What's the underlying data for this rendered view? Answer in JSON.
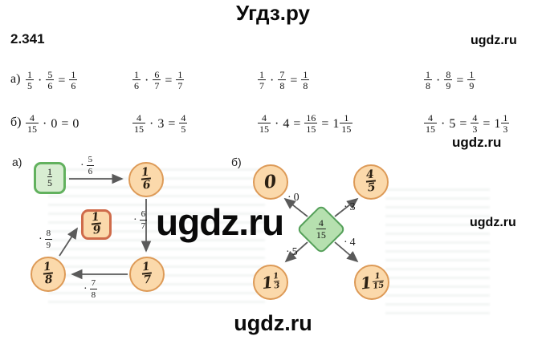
{
  "header": {
    "title": "Угдз.ру",
    "problem_number": "2.341"
  },
  "symbols": {
    "dot": "·",
    "equals": "="
  },
  "row_a": {
    "label": "а)",
    "eq": [
      {
        "a_n": "1",
        "a_d": "5",
        "b_n": "5",
        "b_d": "6",
        "r_n": "1",
        "r_d": "6"
      },
      {
        "a_n": "1",
        "a_d": "6",
        "b_n": "6",
        "b_d": "7",
        "r_n": "1",
        "r_d": "7"
      },
      {
        "a_n": "1",
        "a_d": "7",
        "b_n": "7",
        "b_d": "8",
        "r_n": "1",
        "r_d": "8"
      },
      {
        "a_n": "1",
        "a_d": "8",
        "b_n": "8",
        "b_d": "9",
        "r_n": "1",
        "r_d": "9"
      }
    ]
  },
  "row_b": {
    "label": "б)",
    "eq": [
      {
        "a_n": "4",
        "a_d": "15",
        "m": "0",
        "res": "0"
      },
      {
        "a_n": "4",
        "a_d": "15",
        "m": "3",
        "r_n": "4",
        "r_d": "5"
      },
      {
        "a_n": "4",
        "a_d": "15",
        "m": "4",
        "r_n": "16",
        "r_d": "15",
        "w": "1",
        "w_n": "1",
        "w_d": "15"
      },
      {
        "a_n": "4",
        "a_d": "15",
        "m": "5",
        "r_n": "4",
        "r_d": "3",
        "w": "1",
        "w_n": "1",
        "w_d": "3"
      }
    ]
  },
  "diagram_a": {
    "label": "а)",
    "start": {
      "n": "1",
      "d": "5"
    },
    "circle_16": {
      "n": "1",
      "d": "6"
    },
    "square_19": {
      "n": "1",
      "d": "9"
    },
    "circle_18": {
      "n": "1",
      "d": "8"
    },
    "circle_17": {
      "n": "1",
      "d": "7"
    },
    "edge_56": {
      "n": "5",
      "d": "6"
    },
    "edge_67": {
      "n": "6",
      "d": "7"
    },
    "edge_78": {
      "n": "7",
      "d": "8"
    },
    "edge_89": {
      "n": "8",
      "d": "9"
    }
  },
  "diagram_b": {
    "label": "б)",
    "center": {
      "n": "4",
      "d": "15"
    },
    "node_zero": "0",
    "node_45": {
      "n": "4",
      "d": "5"
    },
    "node_1_13": {
      "w": "1",
      "n": "1",
      "d": "3"
    },
    "node_1_115": {
      "w": "1",
      "n": "1",
      "d": "15"
    },
    "edge_mult_0": "0",
    "edge_mult_3": "3",
    "edge_mult_4": "4",
    "edge_mult_5": "5"
  },
  "watermarks": {
    "top_right": "ugdz.ru",
    "under_eq": "ugdz.ru",
    "center": "ugdz.ru",
    "mid_right": "ugdz.ru",
    "bottom": "ugdz.ru"
  },
  "colors": {
    "green_fill": "#d8edd2",
    "green_border": "#62b15e",
    "peach_fill": "#fbd9ab",
    "orange_border": "#dd9a57",
    "red_border": "#cf6b4a",
    "diamond_fill": "#b6e0af",
    "diamond_border": "#55a05a",
    "arrow": "#5a5a5a"
  }
}
